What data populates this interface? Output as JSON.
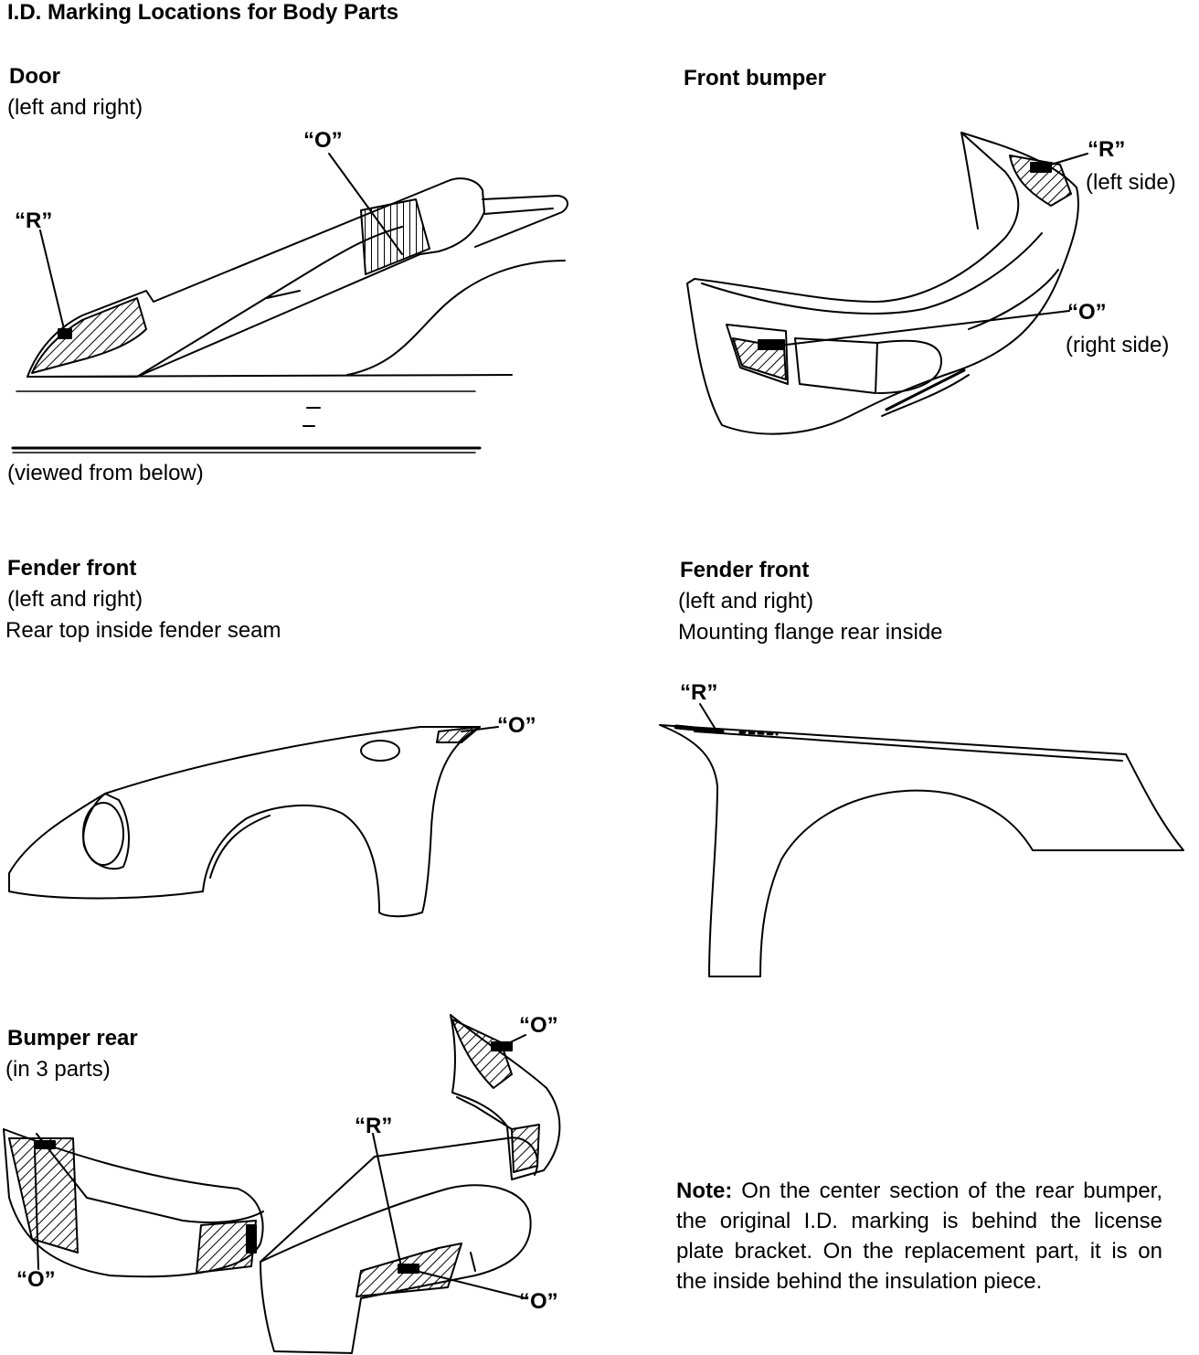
{
  "title": "I.D. Marking Locations for Body Parts",
  "door": {
    "heading": "Door",
    "sub": "(left and right)",
    "label_o": "“O”",
    "label_r": "“R”",
    "caption": "(viewed from below)"
  },
  "front_bumper": {
    "heading": "Front bumper",
    "label_r": "“R”",
    "r_side": "(left side)",
    "label_o": "“O”",
    "o_side": "(right side)"
  },
  "fender_front_a": {
    "heading": "Fender front",
    "sub": "(left and right)",
    "desc": "Rear top inside fender seam",
    "label_o": "“O”"
  },
  "fender_front_b": {
    "heading": "Fender front",
    "sub": "(left and right)",
    "desc": "Mounting flange rear inside",
    "label_r": "“R”"
  },
  "bumper_rear": {
    "heading": "Bumper rear",
    "sub": "(in 3 parts)",
    "label_o_top": "“O”",
    "label_r": "“R”",
    "label_o_left": "“O”",
    "label_o_center": "“O”"
  },
  "note": {
    "lead": "Note:",
    "text": " On the center section of the rear bumper, the original I.D. marking is behind the license plate bracket. On the replacement part, it is on the inside behind the insulation piece."
  }
}
